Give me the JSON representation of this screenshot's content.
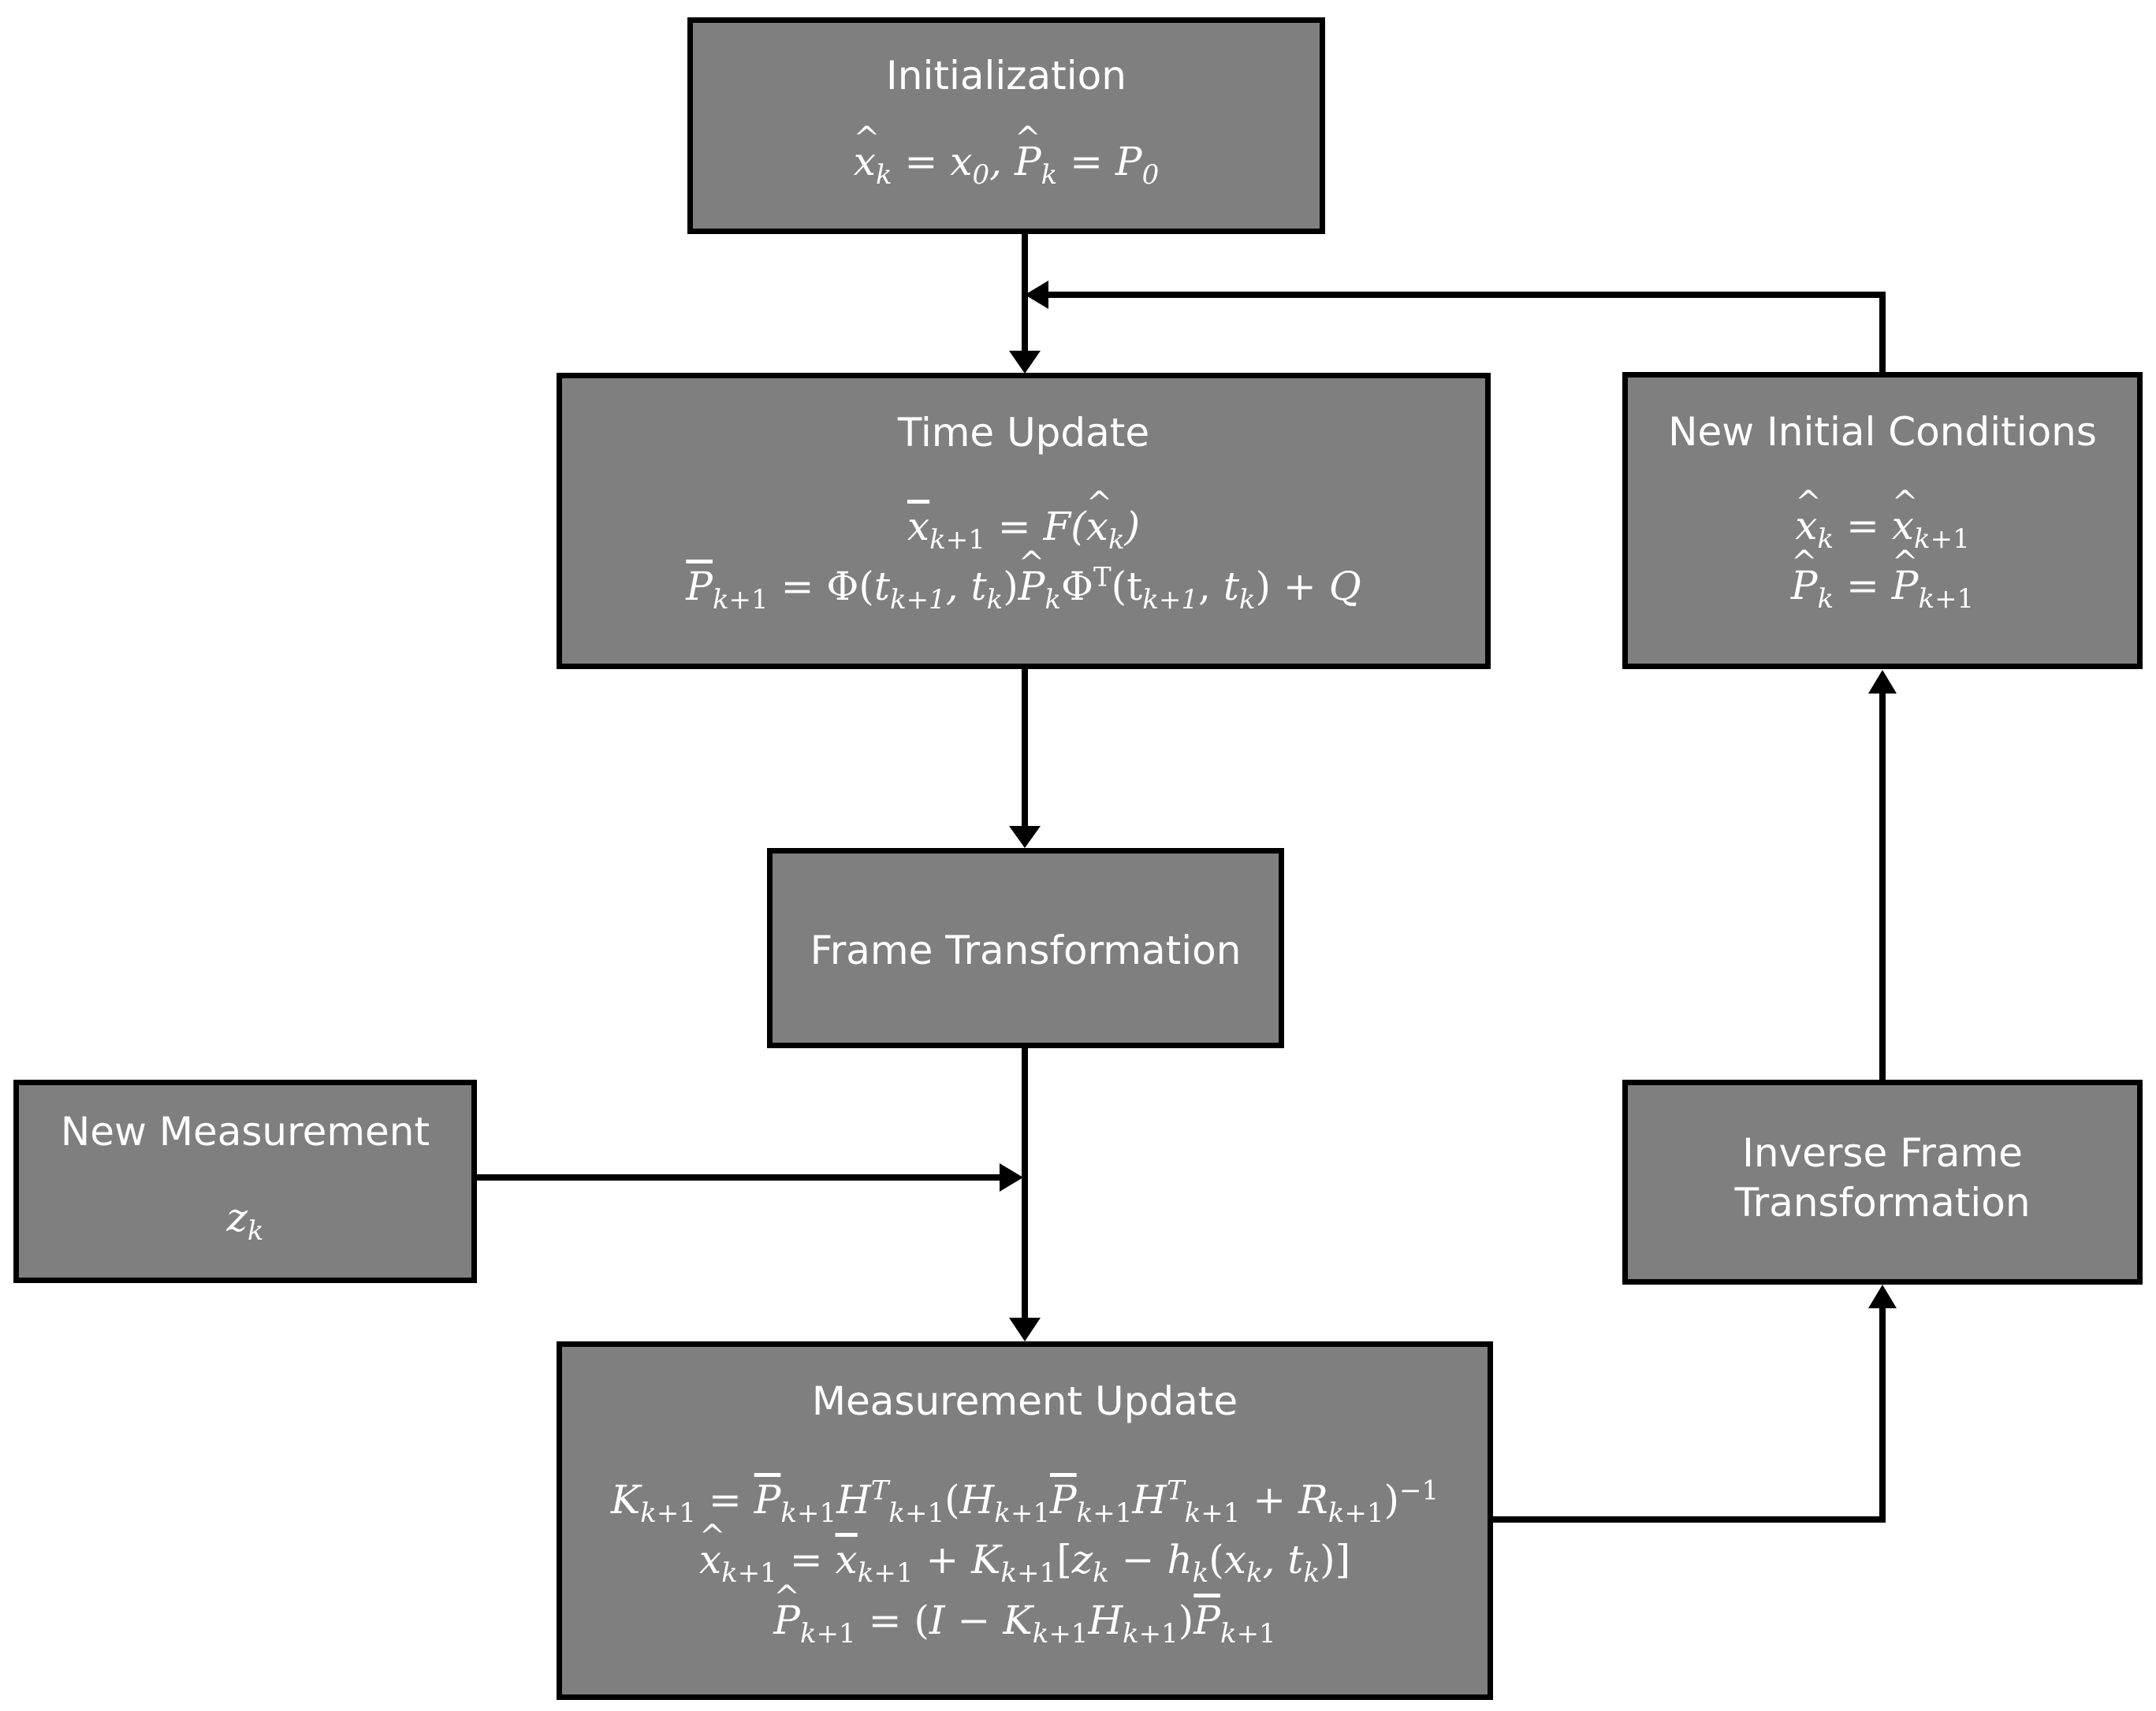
{
  "boxes": {
    "initialization": {
      "title": "Initialization"
    },
    "time_update": {
      "title": "Time Update"
    },
    "new_initial_conditions": {
      "title": "New Initial Conditions"
    },
    "frame_transformation": {
      "title": "Frame Transformation"
    },
    "new_measurement": {
      "title": "New Measurement"
    },
    "inverse_frame_transformation": {
      "title": "Inverse Frame\nTransformation"
    },
    "measurement_update": {
      "title": "Measurement Update"
    }
  },
  "colors": {
    "box_fill": "#7f7f7f",
    "box_border": "#000000",
    "text": "#ffffff",
    "arrow": "#000000"
  }
}
